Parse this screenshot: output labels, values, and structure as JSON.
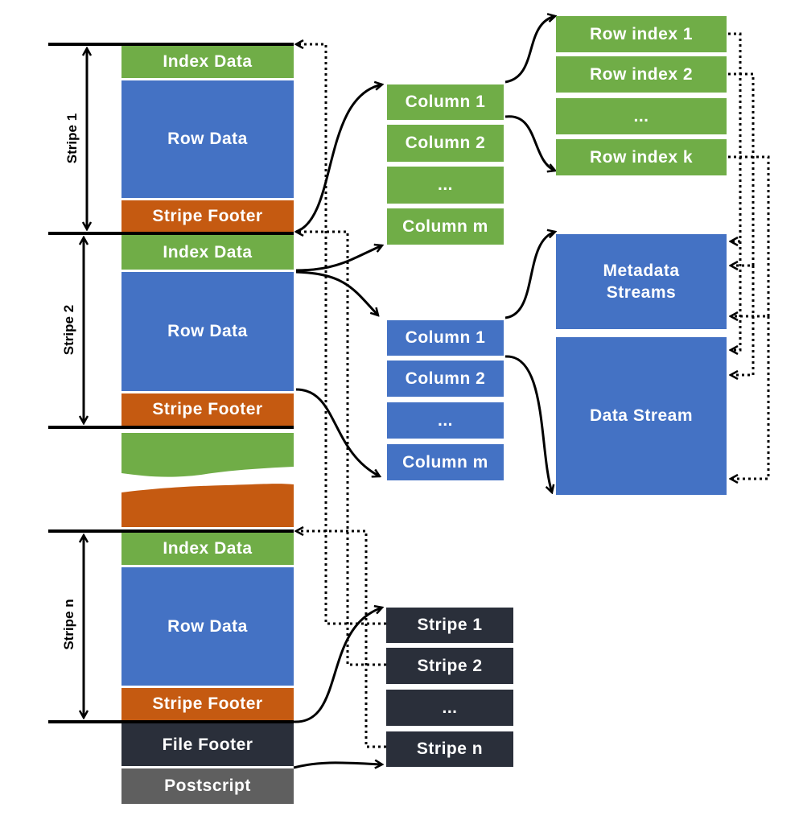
{
  "colors": {
    "index": "#70ad47",
    "row": "#4472c4",
    "footer": "#c55a11",
    "file_footer": "#2a2f3a",
    "postscript": "#5f5f5f"
  },
  "stripes": [
    {
      "label": "Stripe 1",
      "index": "Index Data",
      "row": "Row Data",
      "footer": "Stripe Footer"
    },
    {
      "label": "Stripe 2",
      "index": "Index Data",
      "row": "Row Data",
      "footer": "Stripe Footer"
    },
    {
      "label": "Stripe n",
      "index": "Index Data",
      "row": "Row Data",
      "footer": "Stripe Footer"
    }
  ],
  "file_footer": "File Footer",
  "postscript": "Postscript",
  "index_columns": [
    "Column 1",
    "Column 2",
    "...",
    "Column m"
  ],
  "data_columns": [
    "Column 1",
    "Column 2",
    "...",
    "Column m"
  ],
  "row_indexes": [
    "Row index 1",
    "Row index 2",
    "...",
    "Row index k"
  ],
  "streams": {
    "metadata": "Metadata\nStreams",
    "data": "Data Stream"
  },
  "footer_stripes": [
    "Stripe 1",
    "Stripe 2",
    "...",
    "Stripe n"
  ]
}
